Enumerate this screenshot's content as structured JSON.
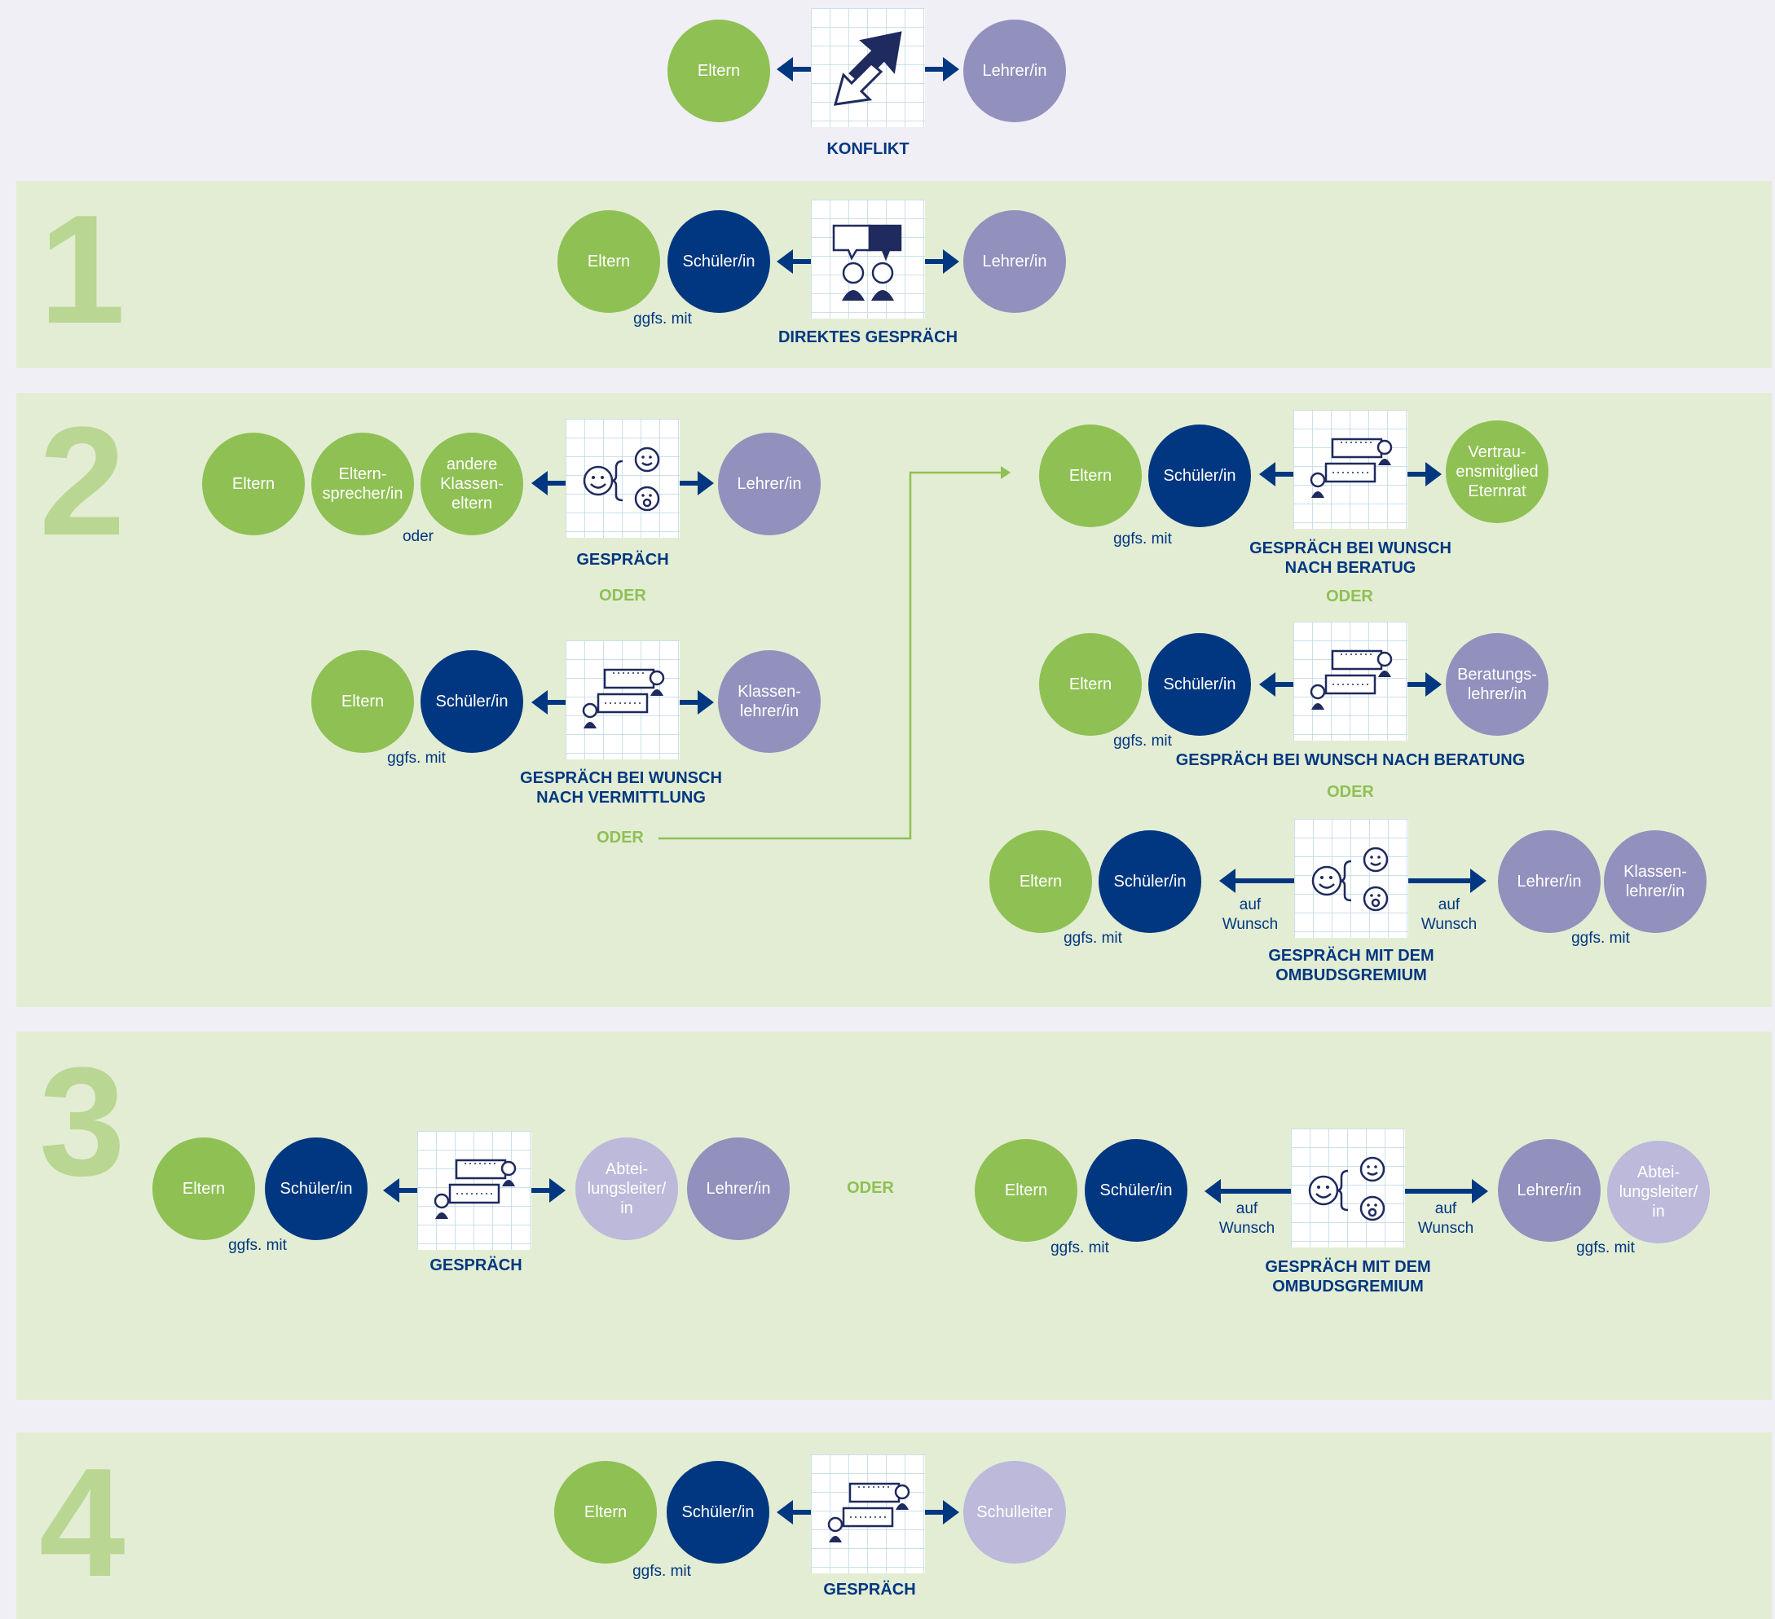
{
  "roles": {
    "eltern": "Eltern",
    "schueler": "Schüler/in",
    "lehrer": "Lehrer/in",
    "elternsprecher": "Eltern-\nsprecher/in",
    "andere_klasseneltern": "andere\nKlassen-\neltern",
    "klassenlehrer": "Klassen-\nlehrer/in",
    "vertrauensmitglied": "Vertrau-\nensmitglied\nEternrat",
    "beratungslehrer": "Beratungs-\nlehrer/in",
    "abteilungsleiter": "Abtei-\nlungsleiter/\nin",
    "schulleiter": "Schulleiter"
  },
  "small": {
    "ggfs_mit": "ggfs. mit",
    "oder_lower": "oder",
    "auf_wunsch": "auf\nWunsch"
  },
  "oder": "ODER",
  "top": {
    "label": "KONFLIKT"
  },
  "steps": {
    "one": {
      "number": "1",
      "label": "DIREKTES GESPRÄCH"
    },
    "two": {
      "number": "2",
      "a_label": "GESPRÄCH",
      "b_label": "GESPRÄCH BEI WUNSCH\nNACH VERMITTLUNG",
      "c_label": "GESPRÄCH BEI WUNSCH\nNACH BERATUG",
      "d_label": "GESPRÄCH BEI WUNSCH NACH BERATUNG",
      "e_label": "GESPRÄCH MIT DEM\nOMBUDSGREMIUM"
    },
    "three": {
      "number": "3",
      "a_label": "GESPRÄCH",
      "b_label": "GESPRÄCH MIT DEM\nOMBUDSGREMIUM"
    },
    "four": {
      "number": "4",
      "label": "GESPRÄCH"
    }
  },
  "colors": {
    "green": "#8fc054",
    "navy": "#003780",
    "purple": "#9290bd",
    "lilac": "#bcb9da",
    "band": "#e3edd4",
    "background": "#f0eff5"
  },
  "icons": [
    "conflict-arrows-icon",
    "speech-bubble-people-icon",
    "faces-discussion-icon",
    "chat-bubbles-people-icon"
  ]
}
